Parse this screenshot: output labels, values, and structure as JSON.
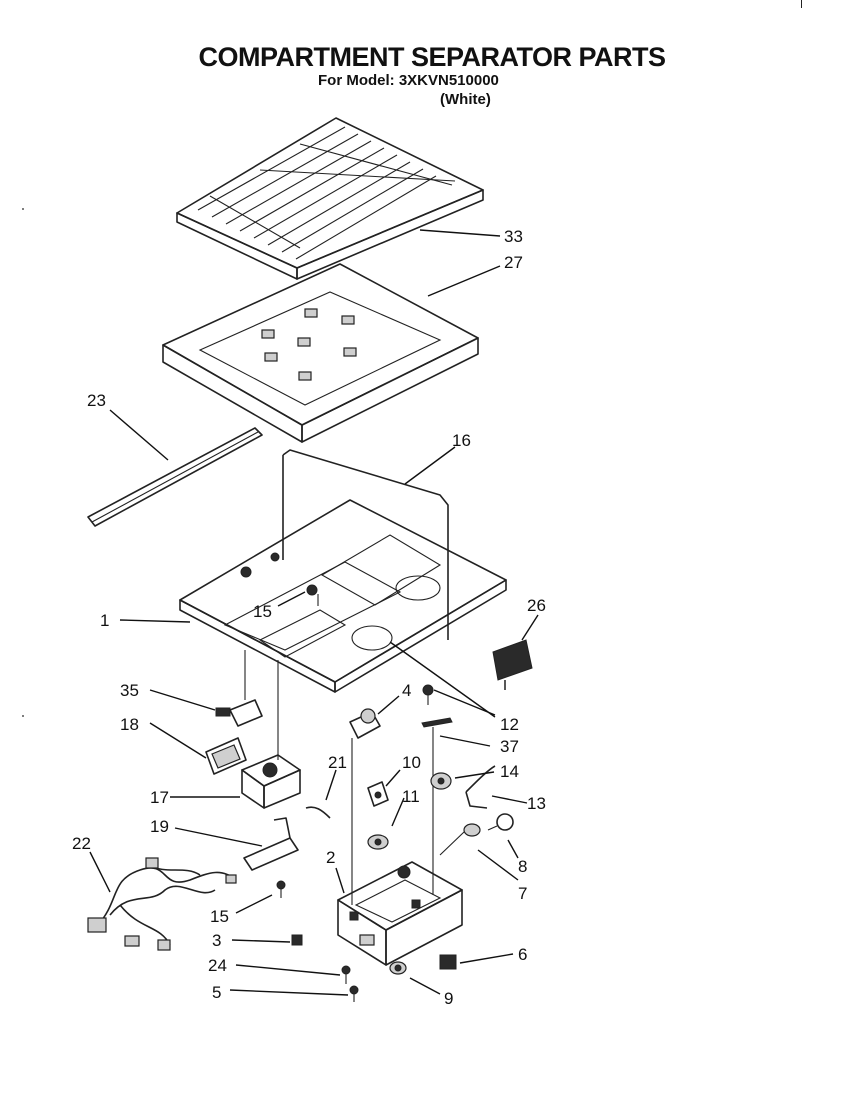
{
  "header": {
    "title": "COMPARTMENT SEPARATOR PARTS",
    "model_line": "For Model: 3XKVN510000",
    "color_line": "(White)"
  },
  "callouts": {
    "c33": "33",
    "c27": "27",
    "c23": "23",
    "c16": "16",
    "c1": "1",
    "c15a": "15",
    "c26": "26",
    "c35": "35",
    "c4": "4",
    "c12": "12",
    "c18": "18",
    "c37": "37",
    "c21": "21",
    "c10": "10",
    "c14": "14",
    "c17": "17",
    "c11": "11",
    "c13": "13",
    "c19": "19",
    "c8": "8",
    "c22": "22",
    "c2": "2",
    "c7": "7",
    "c15b": "15",
    "c3": "3",
    "c6": "6",
    "c24": "24",
    "c5": "5",
    "c9": "9"
  }
}
